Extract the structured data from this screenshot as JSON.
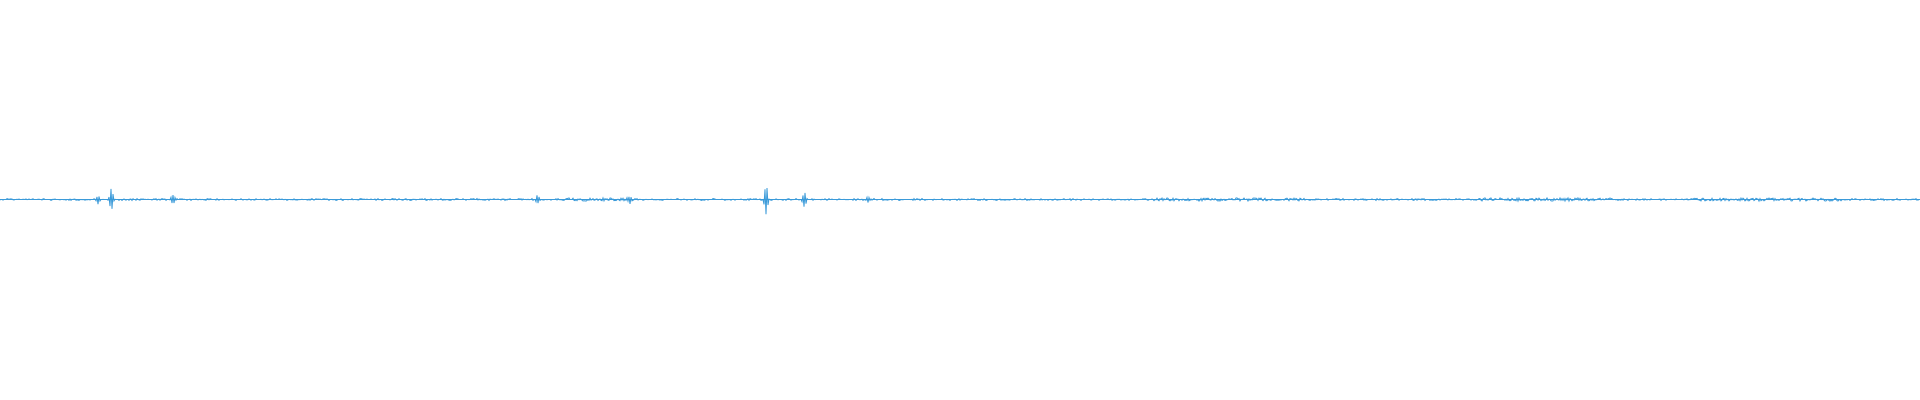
{
  "waveform": {
    "color": "#3a9ad9",
    "background": "#ffffff",
    "baseline_fraction": 0.5,
    "noise_amplitude": 0.004,
    "noise_density": 0.55,
    "spikes": [
      {
        "position": 0.051,
        "amplitude": 0.012
      },
      {
        "position": 0.058,
        "amplitude": 0.03
      },
      {
        "position": 0.09,
        "amplitude": 0.012
      },
      {
        "position": 0.28,
        "amplitude": 0.012
      },
      {
        "position": 0.328,
        "amplitude": 0.01
      },
      {
        "position": 0.399,
        "amplitude": 0.04
      },
      {
        "position": 0.419,
        "amplitude": 0.02
      },
      {
        "position": 0.452,
        "amplitude": 0.008
      }
    ],
    "dense_regions": [
      {
        "start": 0.295,
        "end": 0.33
      },
      {
        "start": 0.6,
        "end": 0.68
      },
      {
        "start": 0.77,
        "end": 0.84
      },
      {
        "start": 0.88,
        "end": 0.96
      }
    ]
  }
}
